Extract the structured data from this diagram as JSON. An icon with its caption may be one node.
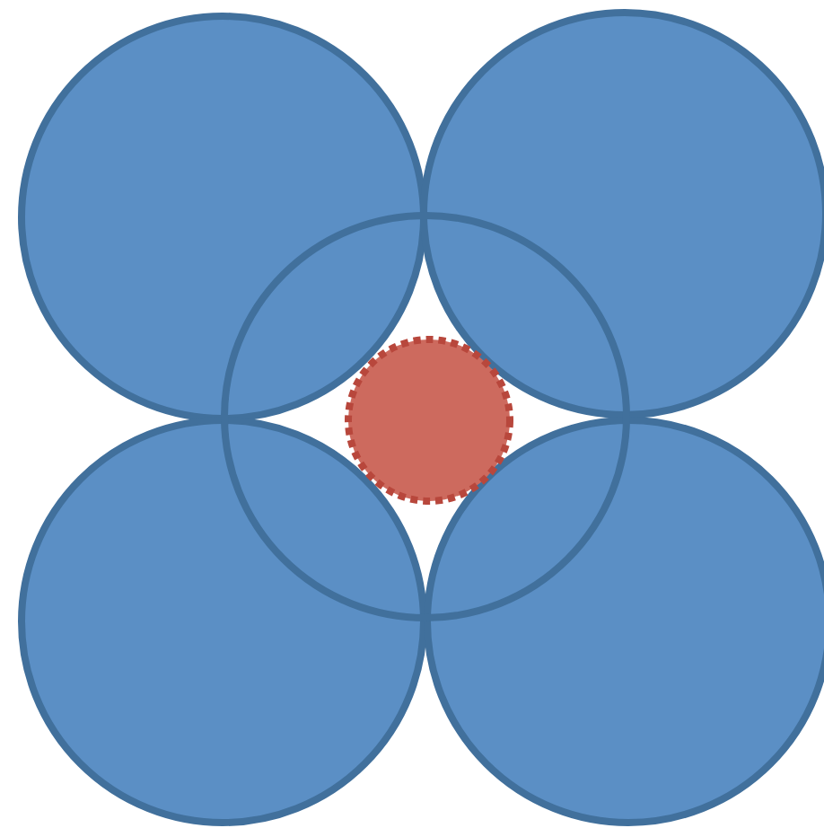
{
  "diagram": {
    "nodes": [
      {
        "text": [],
        "shape": "circle"
      },
      {
        "text": [],
        "shape": "circle"
      },
      {
        "text": [],
        "shape": "circle"
      },
      {
        "text": [],
        "shape": "circle"
      },
      {
        "text": [],
        "shape": "circle"
      },
      {
        "text": [],
        "shape": "circle",
        "in": 4
      }
    ]
  }
}
